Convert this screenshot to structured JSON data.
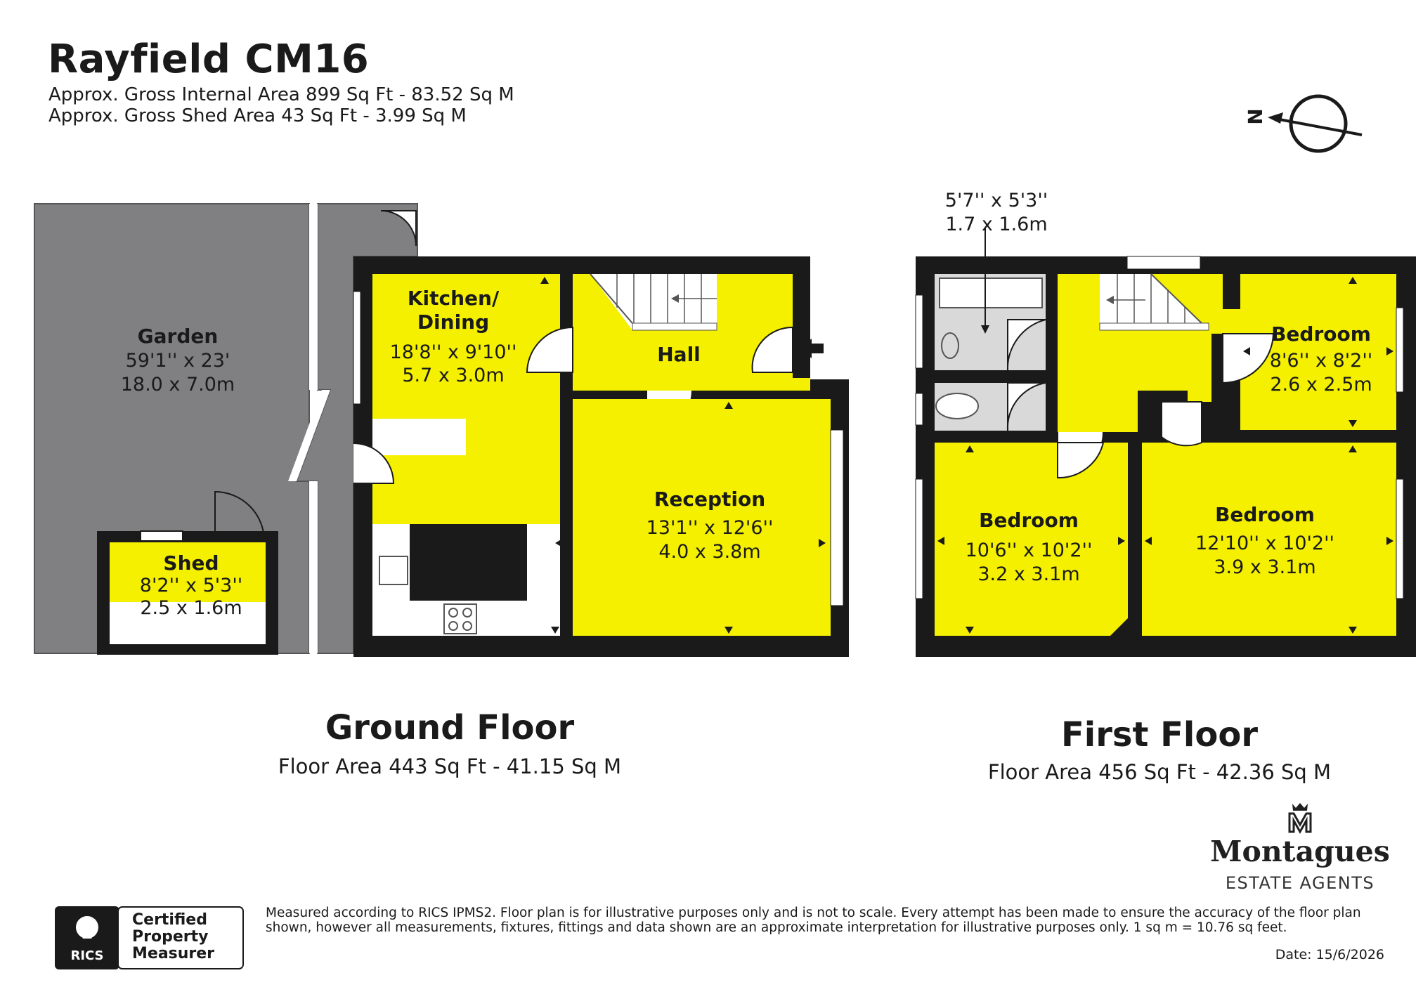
{
  "header": {
    "title": "Rayfield CM16",
    "area_internal": "Approx. Gross Internal Area 899 Sq Ft - 83.52 Sq M",
    "area_shed": "Approx. Gross Shed Area 43 Sq Ft - 3.99 Sq M"
  },
  "ground_floor": {
    "title": "Ground Floor",
    "area": "Floor Area 443 Sq Ft - 41.15 Sq M",
    "rooms": {
      "garden": {
        "name": "Garden",
        "dim_imperial": "59'1'' x 23'",
        "dim_metric": "18.0 x 7.0m"
      },
      "shed": {
        "name": "Shed",
        "dim_imperial": "8'2'' x 5'3''",
        "dim_metric": "2.5 x 1.6m"
      },
      "kitchen": {
        "name_line1": "Kitchen/",
        "name_line2": "Dining",
        "dim_imperial": "18'8'' x 9'10''",
        "dim_metric": "5.7 x 3.0m"
      },
      "hall": {
        "name": "Hall"
      },
      "reception": {
        "name": "Reception",
        "dim_imperial": "13'1'' x 12'6''",
        "dim_metric": "4.0 x 3.8m"
      }
    }
  },
  "first_floor": {
    "title": "First Floor",
    "area": "Floor Area 456 Sq Ft - 42.36 Sq M",
    "bathroom_dims": {
      "dim_imperial": "5'7'' x 5'3''",
      "dim_metric": "1.7 x 1.6m"
    },
    "rooms": {
      "bedroom_small": {
        "name": "Bedroom",
        "dim_imperial": "8'6'' x 8'2''",
        "dim_metric": "2.6 x 2.5m"
      },
      "bedroom_left": {
        "name": "Bedroom",
        "dim_imperial": "10'6'' x 10'2''",
        "dim_metric": "3.2 x 3.1m"
      },
      "bedroom_right": {
        "name": "Bedroom",
        "dim_imperial": "12'10'' x 10'2''",
        "dim_metric": "3.9 x 3.1m"
      }
    }
  },
  "compass": {
    "label": "N"
  },
  "brand": {
    "name": "Montagues",
    "subtitle": "ESTATE AGENTS"
  },
  "certification": {
    "org": "RICS",
    "line1": "Certified",
    "line2": "Property",
    "line3": "Measurer"
  },
  "disclaimer": "Measured according to RICS IPMS2. Floor plan is for illustrative purposes only and is not to scale. Every attempt has been made to ensure the accuracy of the floor plan shown, however all measurements, fixtures, fittings and data shown are an approximate interpretation for illustrative purposes only. 1 sq m = 10.76 sq feet.",
  "date": "Date: 15/6/2026",
  "colors": {
    "room_fill": "#f4f000",
    "wall": "#1a1a1a",
    "garden": "#808083",
    "wet_room": "#d9d9da"
  }
}
